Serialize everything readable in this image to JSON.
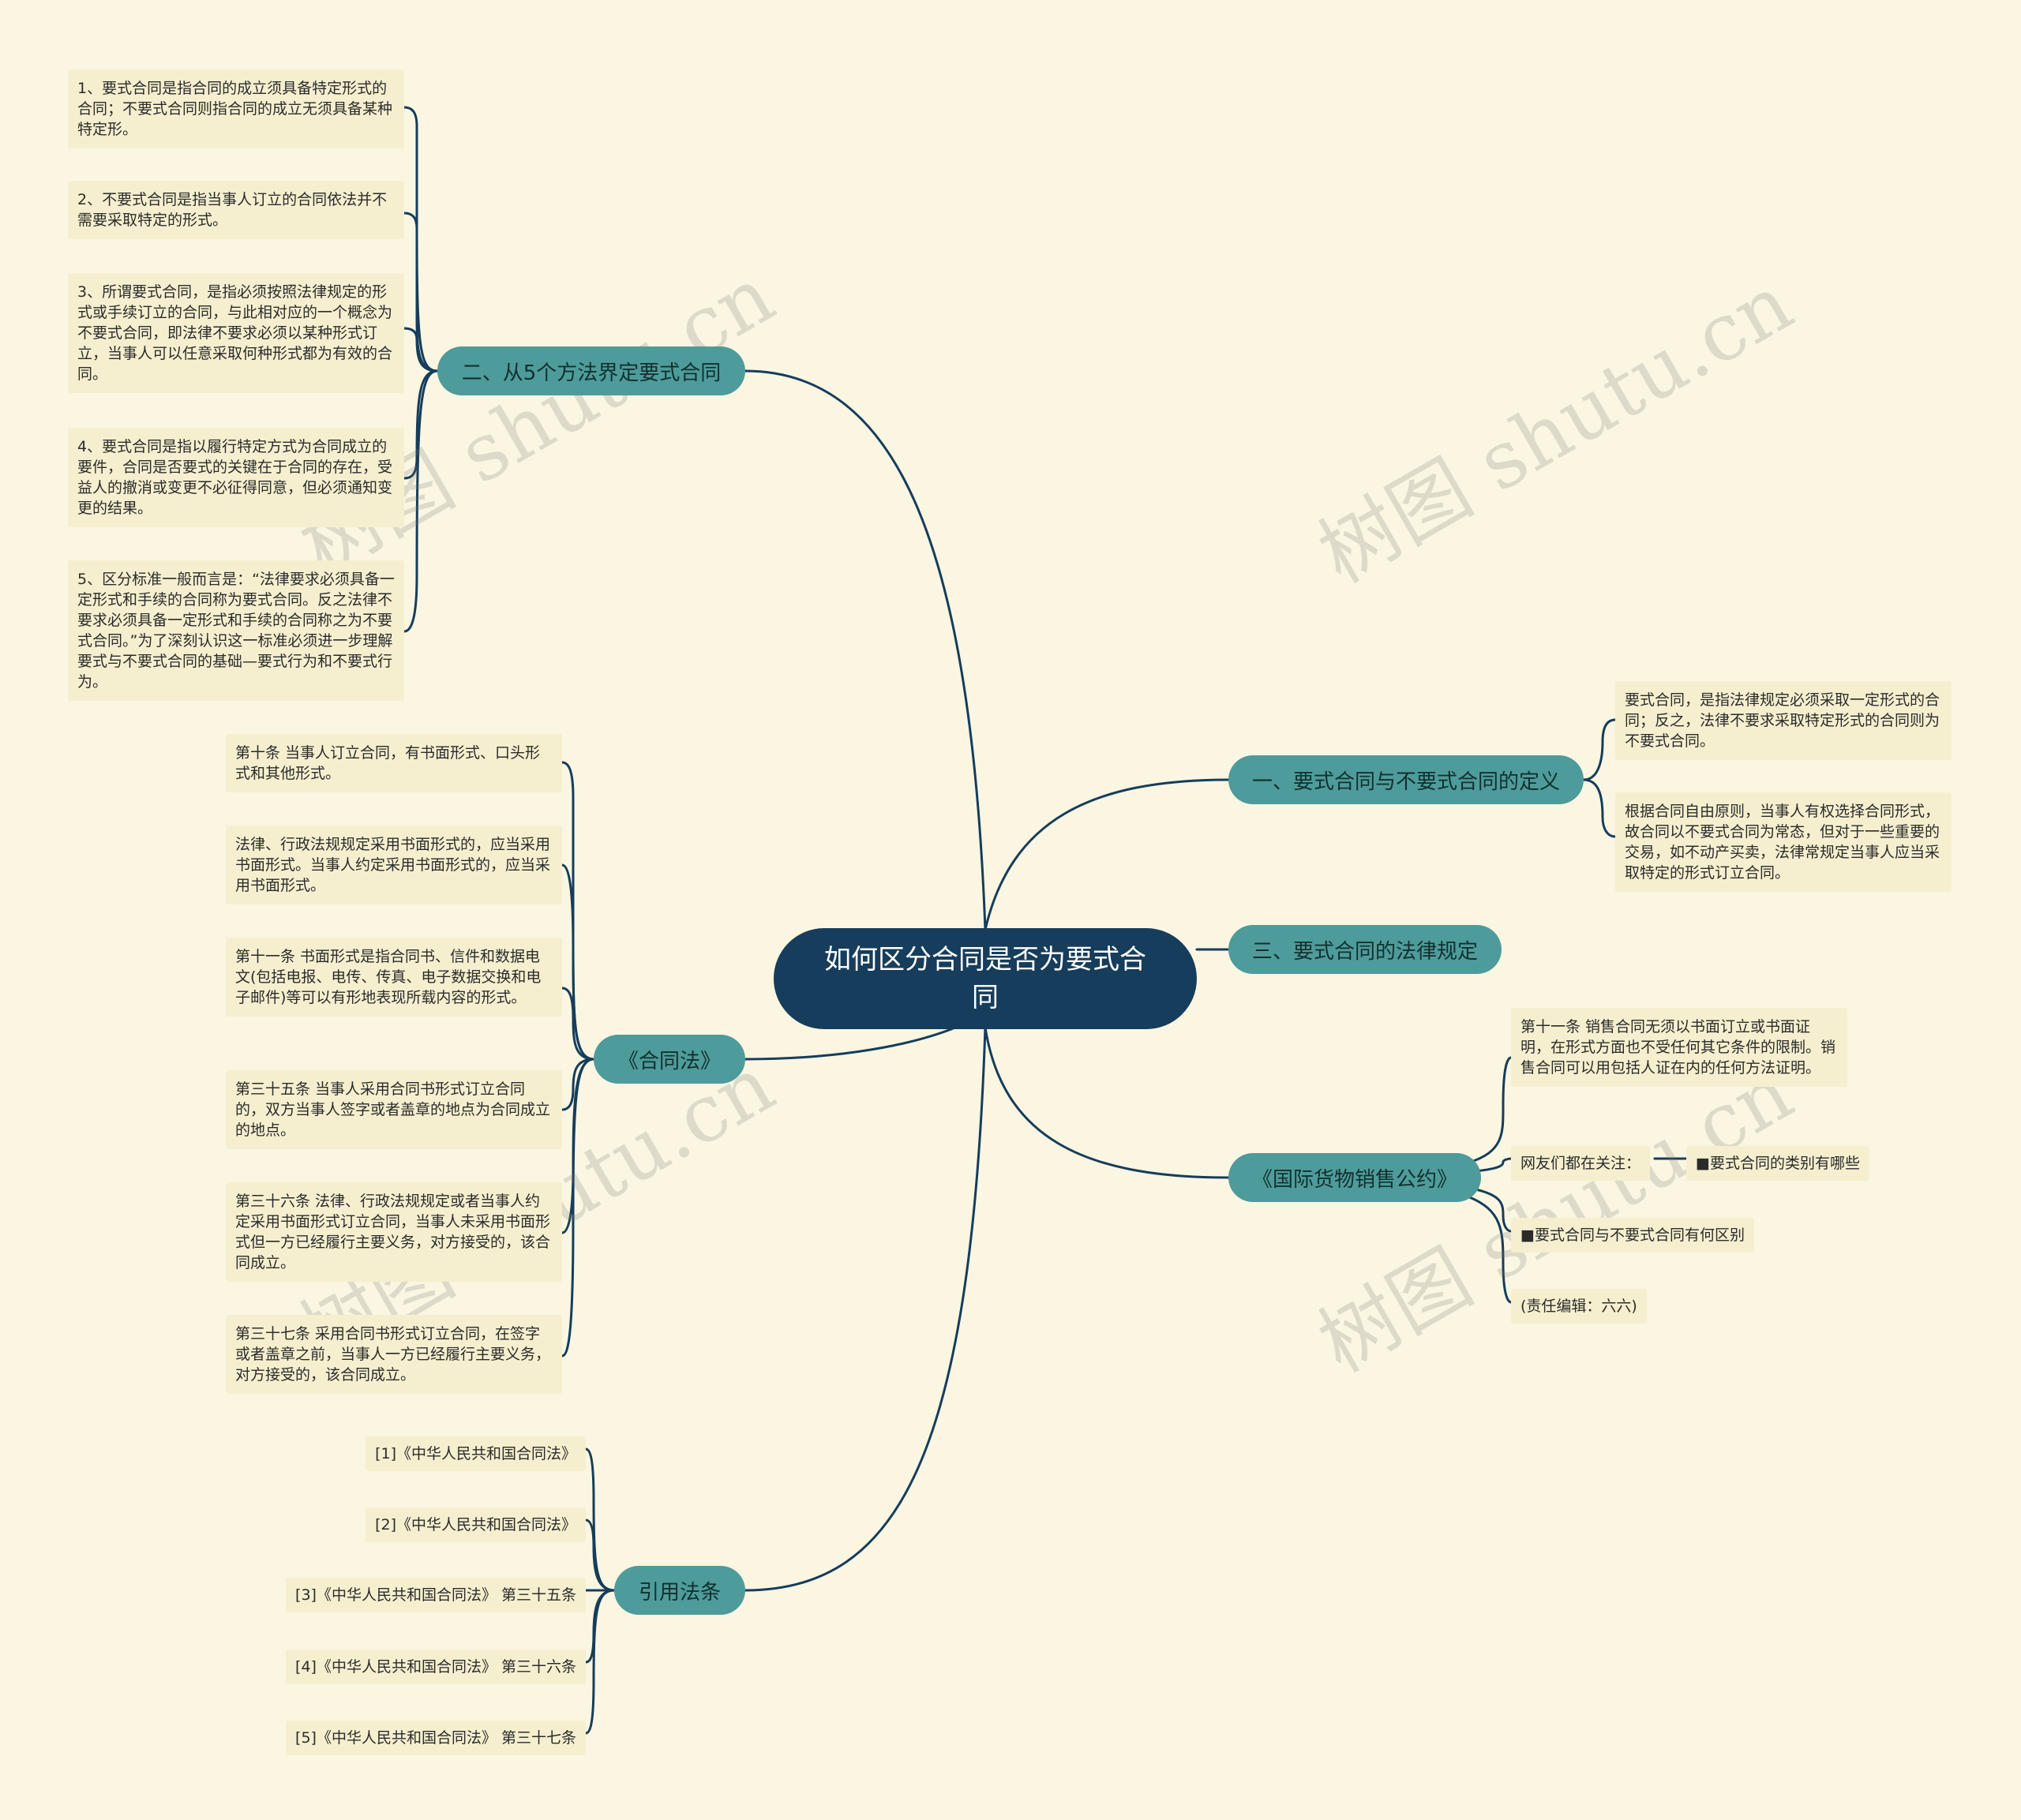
{
  "root": {
    "label": "如何区分合同是否为要式合同"
  },
  "watermark": "树图 shutu.cn",
  "branches": {
    "b_methods": "二、从5个方法界定要式合同",
    "b_definition": "一、要式合同与不要式合同的定义",
    "b_law": "三、要式合同的法律规定",
    "b_contract_law": "《合同法》",
    "b_cisg": "《国际货物销售公约》",
    "b_citations": "引用法条"
  },
  "methods": [
    "1、要式合同是指合同的成立须具备特定形式的合同；不要式合同则指合同的成立无须具备某种特定形。",
    "2、不要式合同是指当事人订立的合同依法并不需要采取特定的形式。",
    "3、所谓要式合同，是指必须按照法律规定的形式或手续订立的合同，与此相对应的一个概念为不要式合同，即法律不要求必须以某种形式订立，当事人可以任意采取何种形式都为有效的合同。",
    "4、要式合同是指以履行特定方式为合同成立的要件，合同是否要式的关键在于合同的存在，受益人的撤消或变更不必征得同意，但必须通知变更的结果。",
    "5、区分标准一般而言是：“法律要求必须具备一定形式和手续的合同称为要式合同。反之法律不要求必须具备一定形式和手续的合同称之为不要式合同。”为了深刻认识这一标准必须进一步理解要式与不要式合同的基础—要式行为和不要式行为。"
  ],
  "definition": [
    "要式合同，是指法律规定必须采取一定形式的合同；反之，法律不要求采取特定形式的合同则为不要式合同。",
    "根据合同自由原则，当事人有权选择合同形式，故合同以不要式合同为常态，但对于一些重要的交易，如不动产买卖，法律常规定当事人应当采取特定的形式订立合同。"
  ],
  "contract_law": [
    "第十条 当事人订立合同，有书面形式、口头形式和其他形式。",
    "法律、行政法规规定采用书面形式的，应当采用书面形式。当事人约定采用书面形式的，应当采用书面形式。",
    "第十一条 书面形式是指合同书、信件和数据电文(包括电报、电传、传真、电子数据交换和电子邮件)等可以有形地表现所载内容的形式。",
    "第三十五条 当事人采用合同书形式订立合同的，双方当事人签字或者盖章的地点为合同成立的地点。",
    "第三十六条 法律、行政法规规定或者当事人约定采用书面形式订立合同，当事人未采用书面形式但一方已经履行主要义务，对方接受的，该合同成立。",
    "第三十七条 采用合同书形式订立合同，在签字或者盖章之前，当事人一方已经履行主要义务，对方接受的，该合同成立。"
  ],
  "cisg": {
    "article11": "第十一条 销售合同无须以书面订立或书面证明，在形式方面也不受任何其它条件的限制。销售合同可以用包括人证在内的任何方法证明。",
    "attention_label": "网友们都在关注：",
    "attention_item": "■要式合同的类别有哪些",
    "related_item": "■要式合同与不要式合同有何区别",
    "editor": "(责任编辑：六六)"
  },
  "citations": [
    "[1]《中华人民共和国合同法》",
    "[2]《中华人民共和国合同法》",
    "[3]《中华人民共和国合同法》 第三十五条",
    "[4]《中华人民共和国合同法》 第三十六条",
    "[5]《中华人民共和国合同法》 第三十七条"
  ],
  "colors": {
    "background": "#faf6e2",
    "root": "#163d5b",
    "branch": "#4e9b9b",
    "leaf": "#f5efcf",
    "line": "#163d5b"
  }
}
